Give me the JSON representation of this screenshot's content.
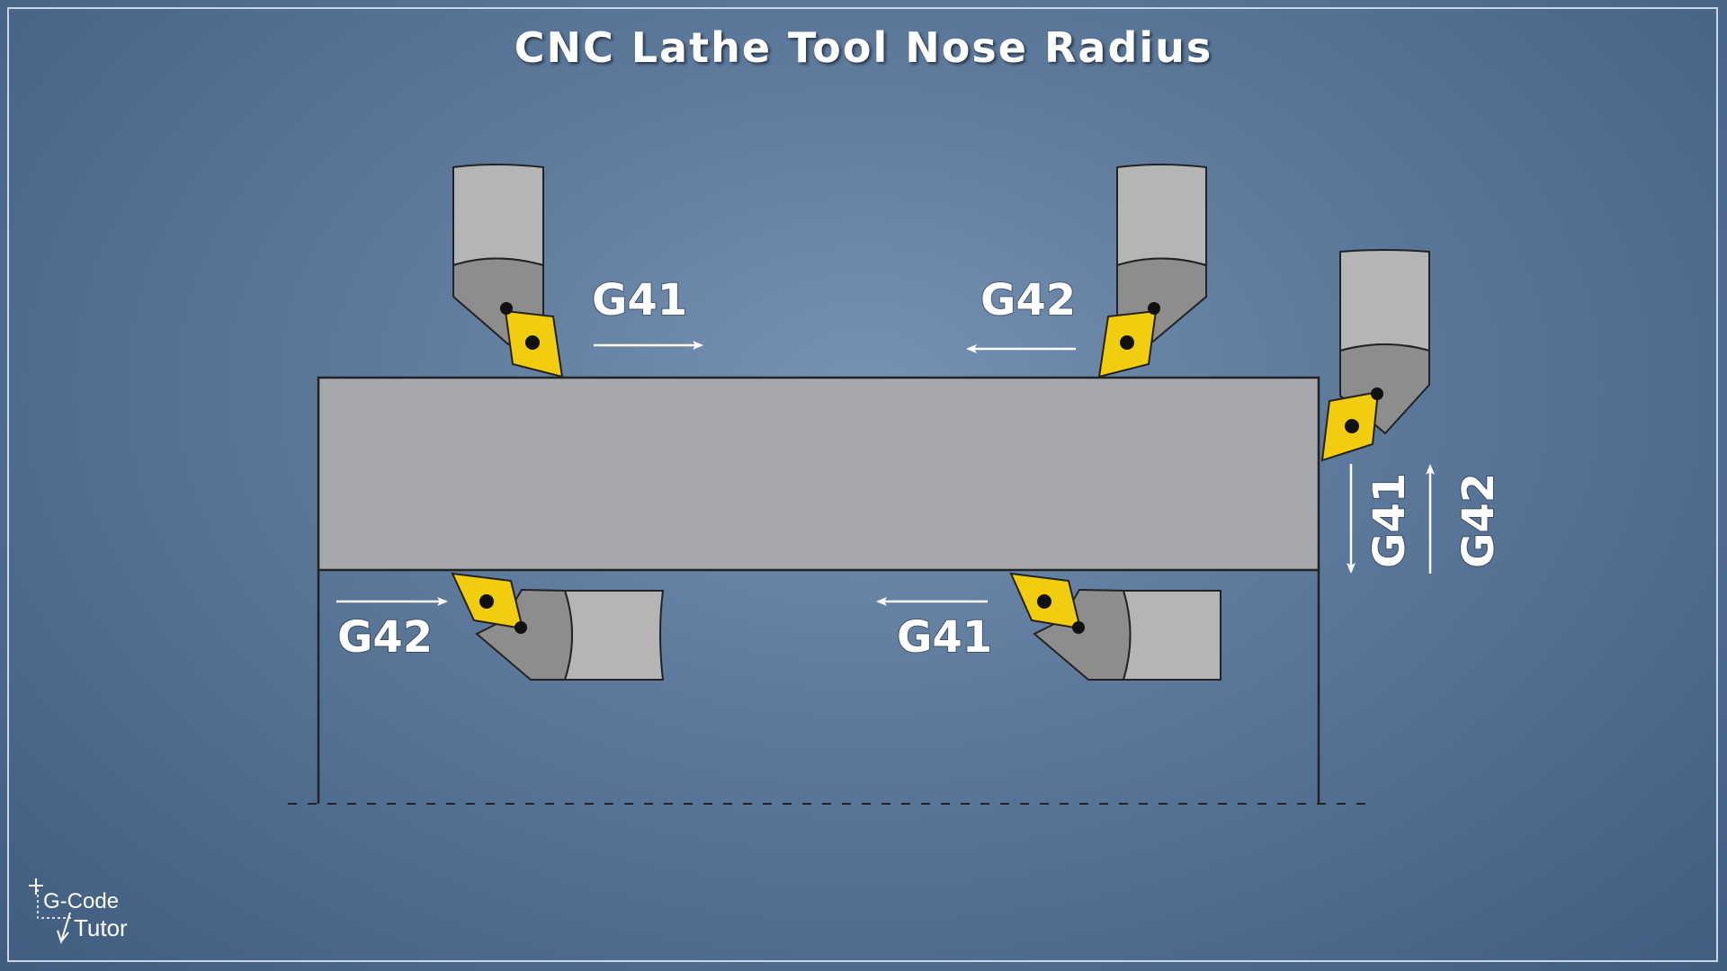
{
  "title": "CNC Lathe Tool Nose Radius",
  "labels": {
    "top_left": "G41",
    "top_right": "G42",
    "bottom_left": "G42",
    "bottom_right": "G41",
    "side_down": "G41",
    "side_up": "G42"
  },
  "logo": {
    "line1": "G-Code",
    "line2": "Tutor"
  },
  "colors": {
    "insert": "#f2cc0e",
    "holder": "#b5b5b5",
    "holder_head": "#8d8d8d",
    "workpiece": "#a7a8ab",
    "arrow": "#ffffff"
  },
  "icons": [
    "tool-holder-icon",
    "cutting-insert-icon",
    "direction-arrow-icon",
    "gcode-tutor-logo-icon"
  ]
}
